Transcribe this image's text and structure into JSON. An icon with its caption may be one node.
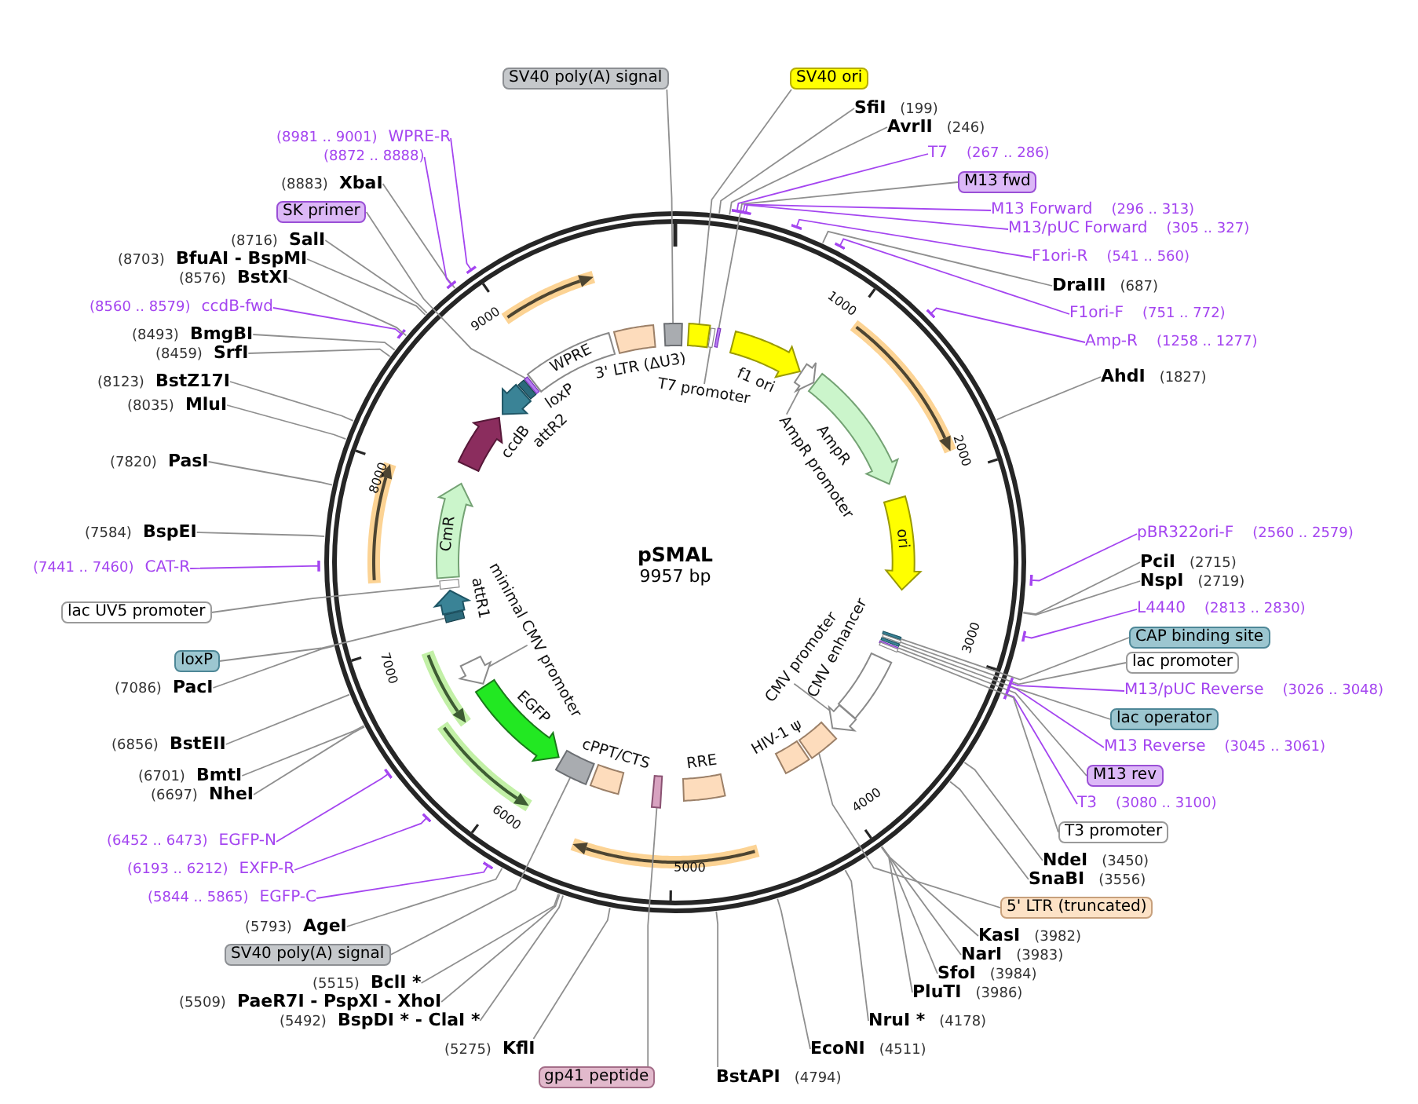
{
  "diagram": {
    "title": "pSMAL",
    "nodes": [
      {
        "text": [
          "SV40 poly(A) signal"
        ]
      },
      {
        "text": [
          "SV40 ori"
        ]
      },
      {
        "text": [
          "SfiI",
          "(199)"
        ]
      },
      {
        "text": [
          "AvrII",
          "(246)"
        ]
      },
      {
        "text": [
          "T7",
          "(267 .. 286)"
        ]
      },
      {
        "text": [
          "M13 fwd"
        ]
      },
      {
        "text": [
          "M13 Forward",
          "(296 .. 313)"
        ]
      },
      {
        "text": [
          "M13/pUC Forward",
          "(305 .. 327)"
        ]
      },
      {
        "text": [
          "F1ori-R",
          "(541 .. 560)"
        ]
      },
      {
        "text": [
          "DraIII",
          "(687)"
        ]
      },
      {
        "text": [
          "F1ori-F",
          "(751 .. 772)"
        ]
      },
      {
        "text": [
          "Amp-R",
          "(1258 .. 1277)"
        ]
      },
      {
        "text": [
          "AhdI",
          "(1827)"
        ]
      },
      {
        "text": [
          "pBR322ori-F",
          "(2560 .. 2579)"
        ]
      },
      {
        "text": [
          "PciI",
          "(2715)"
        ]
      },
      {
        "text": [
          "NspI",
          "(2719)"
        ]
      },
      {
        "text": [
          "L4440",
          "(2813 .. 2830)"
        ]
      },
      {
        "text": [
          "CAP binding site"
        ]
      },
      {
        "text": [
          "lac promoter"
        ]
      },
      {
        "text": [
          "M13/pUC Reverse",
          "(3026 .. 3048)"
        ]
      },
      {
        "text": [
          "lac operator"
        ]
      },
      {
        "text": [
          "M13 Reverse",
          "(3045 .. 3061)"
        ]
      },
      {
        "text": [
          "M13 rev"
        ]
      },
      {
        "text": [
          "T3",
          "(3080 .. 3100)"
        ]
      },
      {
        "text": [
          "T3 promoter"
        ]
      },
      {
        "text": [
          "NdeI",
          "(3450)"
        ]
      },
      {
        "text": [
          "SnaBI",
          "(3556)"
        ]
      },
      {
        "text": [
          "5' LTR (truncated)"
        ]
      },
      {
        "text": [
          "KasI",
          "(3982)"
        ]
      },
      {
        "text": [
          "NarI",
          "(3983)"
        ]
      },
      {
        "text": [
          "SfoI",
          "(3984)"
        ]
      },
      {
        "text": [
          "PluTI",
          "(3986)"
        ]
      },
      {
        "text": [
          "NruI *",
          "(4178)"
        ]
      },
      {
        "text": [
          "EcoNI",
          "(4511)"
        ]
      },
      {
        "text": [
          "BstAPI",
          "(4794)"
        ]
      },
      {
        "text": [
          "gp41 peptide"
        ]
      },
      {
        "text": [
          "(5275)",
          "KflI"
        ]
      },
      {
        "text": [
          "(5492)",
          "BspDI * - ClaI *"
        ]
      },
      {
        "text": [
          "(5509)",
          "PaeR7I - PspXI - XhoI"
        ]
      },
      {
        "text": [
          "(5515)",
          "BclI *"
        ]
      },
      {
        "text": [
          "SV40 poly(A) signal"
        ]
      },
      {
        "text": [
          "(5793)",
          "AgeI"
        ]
      },
      {
        "text": [
          "(5844 .. 5865)",
          "EGFP-C"
        ]
      },
      {
        "text": [
          "(6193 .. 6212)",
          "EXFP-R"
        ]
      },
      {
        "text": [
          "(6452 .. 6473)",
          "EGFP-N"
        ]
      },
      {
        "text": [
          "(6697)",
          "NheI"
        ]
      },
      {
        "text": [
          "(6701)",
          "BmtI"
        ]
      },
      {
        "text": [
          "(6856)",
          "BstEII"
        ]
      },
      {
        "text": [
          "(7086)",
          "PacI"
        ]
      },
      {
        "text": [
          "loxP"
        ]
      },
      {
        "text": [
          "lac UV5 promoter"
        ]
      },
      {
        "text": [
          "(7441 .. 7460)",
          "CAT-R"
        ]
      },
      {
        "text": [
          "(7584)",
          "BspEI"
        ]
      },
      {
        "text": [
          "(7820)",
          "PasI"
        ]
      },
      {
        "text": [
          "(8035)",
          "MluI"
        ]
      },
      {
        "text": [
          "(8123)",
          "BstZ17I"
        ]
      },
      {
        "text": [
          "(8459)",
          "SrfI"
        ]
      },
      {
        "text": [
          "(8493)",
          "BmgBI"
        ]
      },
      {
        "text": [
          "(8560 .. 8579)",
          "ccdB-fwd"
        ]
      },
      {
        "text": [
          "(8576)",
          "BstXI"
        ]
      },
      {
        "text": [
          "(8703)",
          "BfuAI - BspMI"
        ]
      },
      {
        "text": [
          "(8716)",
          "SalI"
        ]
      },
      {
        "text": [
          "SK primer"
        ]
      },
      {
        "text": [
          "(8883)",
          "XbaI"
        ]
      },
      {
        "text": [
          "(8872 .. 8888)"
        ]
      },
      {
        "text": [
          "(8981 .. 9001)",
          "WPRE-R"
        ]
      },
      {
        "text": [],
        "shape": "box"
      },
      {
        "text": [],
        "shape": "box"
      },
      {
        "text": [],
        "shape": "bar"
      },
      {
        "text": [],
        "shape": "bar"
      },
      {
        "text": [],
        "shape": "box",
        "beside": [
          "3' LTR (ΔU3)"
        ]
      },
      {
        "text": [
          "WPRE"
        ]
      },
      {
        "text": [],
        "shape": "bar"
      },
      {
        "text": [],
        "shape": "bar",
        "beside": [
          "loxP"
        ]
      },
      {
        "text": [],
        "shape": "arrow",
        "beside": [
          "attR2"
        ]
      },
      {
        "text": [],
        "shape": "arrow",
        "beside": [
          "ccdB"
        ]
      },
      {
        "text": [],
        "shape": "arrow",
        "beside": [
          "f1 ori"
        ]
      },
      {
        "text": [],
        "shape": "arrow"
      },
      {
        "text": [],
        "shape": "arrow",
        "beside": [
          "AmpR"
        ]
      },
      {
        "text": [
          "ori"
        ]
      },
      {
        "text": [],
        "shape": "bar"
      },
      {
        "text": [],
        "shape": "bar"
      },
      {
        "text": [],
        "shape": "bar"
      },
      {
        "text": [],
        "shape": "bar"
      },
      {
        "text": [],
        "shape": "bar"
      },
      {
        "text": [],
        "shape": "box",
        "beside": [
          "CMV enhancer"
        ]
      },
      {
        "text": [],
        "shape": "arrow"
      },
      {
        "text": [],
        "shape": "box"
      },
      {
        "text": [],
        "shape": "box",
        "beside": [
          "HIV-1 ψ"
        ]
      },
      {
        "text": [],
        "shape": "box",
        "beside": [
          "RRE"
        ]
      },
      {
        "text": [],
        "shape": "box"
      },
      {
        "text": [],
        "shape": "box",
        "beside": [
          "cPPT/CTS"
        ]
      },
      {
        "text": [],
        "shape": "box"
      },
      {
        "text": [],
        "shape": "arrow",
        "beside": [
          "EGFP"
        ]
      },
      {
        "text": [],
        "shape": "arrow"
      },
      {
        "text": [],
        "shape": "bar"
      },
      {
        "text": [],
        "shape": "arrow",
        "beside": [
          "attR1"
        ]
      },
      {
        "text": [],
        "shape": "bar"
      },
      {
        "text": [
          "CmR"
        ]
      },
      {
        "text": [
          "T7 promoter"
        ]
      },
      {
        "text": [
          "AmpR promoter"
        ]
      },
      {
        "text": [
          "CMV promoter"
        ]
      },
      {
        "text": [
          "minimal CMV promoter"
        ]
      }
    ],
    "edges": [
      {
        "from": 0,
        "to": 66,
        "arrow": "none"
      },
      {
        "from": 1,
        "to": 67,
        "arrow": "none"
      },
      {
        "from": 2,
        "to": null,
        "arrow": "none"
      },
      {
        "from": 3,
        "to": null,
        "arrow": "none"
      },
      {
        "from": 4,
        "to": null,
        "arrow": "other",
        "color": "#a445f0"
      },
      {
        "from": 5,
        "to": 69,
        "arrow": "none"
      },
      {
        "from": 6,
        "to": null,
        "arrow": "other",
        "color": "#a445f0"
      },
      {
        "from": 7,
        "to": null,
        "arrow": "other",
        "color": "#a445f0"
      },
      {
        "from": 8,
        "to": null,
        "arrow": "other",
        "color": "#a445f0"
      },
      {
        "from": 9,
        "to": null,
        "arrow": "none"
      },
      {
        "from": 10,
        "to": null,
        "arrow": "other",
        "color": "#a445f0"
      },
      {
        "from": 11,
        "to": null,
        "arrow": "other",
        "color": "#a445f0"
      },
      {
        "from": 12,
        "to": null,
        "arrow": "none"
      },
      {
        "from": 13,
        "to": null,
        "arrow": "other",
        "color": "#a445f0"
      },
      {
        "from": 14,
        "to": null,
        "arrow": "none"
      },
      {
        "from": 15,
        "to": null,
        "arrow": "none"
      },
      {
        "from": 16,
        "to": null,
        "arrow": "other",
        "color": "#a445f0"
      },
      {
        "from": 17,
        "to": 80,
        "arrow": "none"
      },
      {
        "from": 18,
        "to": 81,
        "arrow": "none"
      },
      {
        "from": 19,
        "to": null,
        "arrow": "other",
        "color": "#a445f0"
      },
      {
        "from": 20,
        "to": 82,
        "arrow": "none"
      },
      {
        "from": 21,
        "to": null,
        "arrow": "other",
        "color": "#a445f0"
      },
      {
        "from": 22,
        "to": 83,
        "arrow": "none"
      },
      {
        "from": 23,
        "to": null,
        "arrow": "other",
        "color": "#a445f0"
      },
      {
        "from": 24,
        "to": 84,
        "arrow": "none"
      },
      {
        "from": 25,
        "to": null,
        "arrow": "none"
      },
      {
        "from": 26,
        "to": null,
        "arrow": "none"
      },
      {
        "from": 27,
        "to": 87,
        "arrow": "none"
      },
      {
        "from": 28,
        "to": null,
        "arrow": "none"
      },
      {
        "from": 29,
        "to": null,
        "arrow": "none"
      },
      {
        "from": 30,
        "to": null,
        "arrow": "none"
      },
      {
        "from": 31,
        "to": null,
        "arrow": "none"
      },
      {
        "from": 32,
        "to": null,
        "arrow": "none"
      },
      {
        "from": 33,
        "to": null,
        "arrow": "none"
      },
      {
        "from": 34,
        "to": null,
        "arrow": "none"
      },
      {
        "from": 35,
        "to": 90,
        "arrow": "none"
      },
      {
        "from": 36,
        "to": null,
        "arrow": "none"
      },
      {
        "from": 37,
        "to": null,
        "arrow": "none"
      },
      {
        "from": 38,
        "to": null,
        "arrow": "none"
      },
      {
        "from": 39,
        "to": null,
        "arrow": "none"
      },
      {
        "from": 40,
        "to": 92,
        "arrow": "none"
      },
      {
        "from": 41,
        "to": null,
        "arrow": "none"
      },
      {
        "from": 42,
        "to": null,
        "arrow": "other",
        "color": "#a445f0"
      },
      {
        "from": 43,
        "to": null,
        "arrow": "other",
        "color": "#a445f0"
      },
      {
        "from": 44,
        "to": null,
        "arrow": "other",
        "color": "#a445f0"
      },
      {
        "from": 45,
        "to": null,
        "arrow": "none"
      },
      {
        "from": 46,
        "to": null,
        "arrow": "none"
      },
      {
        "from": 47,
        "to": null,
        "arrow": "none"
      },
      {
        "from": 48,
        "to": null,
        "arrow": "none"
      },
      {
        "from": 49,
        "to": 95,
        "arrow": "none"
      },
      {
        "from": 50,
        "to": 97,
        "arrow": "none"
      },
      {
        "from": 51,
        "to": null,
        "arrow": "other",
        "color": "#a445f0"
      },
      {
        "from": 52,
        "to": null,
        "arrow": "none"
      },
      {
        "from": 53,
        "to": null,
        "arrow": "none"
      },
      {
        "from": 54,
        "to": null,
        "arrow": "none"
      },
      {
        "from": 55,
        "to": null,
        "arrow": "none"
      },
      {
        "from": 56,
        "to": null,
        "arrow": "none"
      },
      {
        "from": 57,
        "to": null,
        "arrow": "none"
      },
      {
        "from": 58,
        "to": null,
        "arrow": "other",
        "color": "#a445f0"
      },
      {
        "from": 59,
        "to": null,
        "arrow": "none"
      },
      {
        "from": 60,
        "to": null,
        "arrow": "none"
      },
      {
        "from": 61,
        "to": null,
        "arrow": "none"
      },
      {
        "from": 62,
        "to": 72,
        "arrow": "none"
      },
      {
        "from": 63,
        "to": null,
        "arrow": "none"
      },
      {
        "from": 64,
        "to": null,
        "arrow": "other",
        "color": "#a445f0"
      },
      {
        "from": 65,
        "to": null,
        "arrow": "other",
        "color": "#a445f0"
      },
      {
        "from": 99,
        "to": 68,
        "arrow": "none"
      },
      {
        "from": 100,
        "to": 77,
        "arrow": "none"
      },
      {
        "from": 101,
        "to": 86,
        "arrow": "none"
      },
      {
        "from": 102,
        "to": 94,
        "arrow": "none"
      }
    ],
    "labels": [
      "9957 bp",
      "1000",
      "2000",
      "3000",
      "4000",
      "5000",
      "6000",
      "7000",
      "8000",
      "9000"
    ]
  }
}
